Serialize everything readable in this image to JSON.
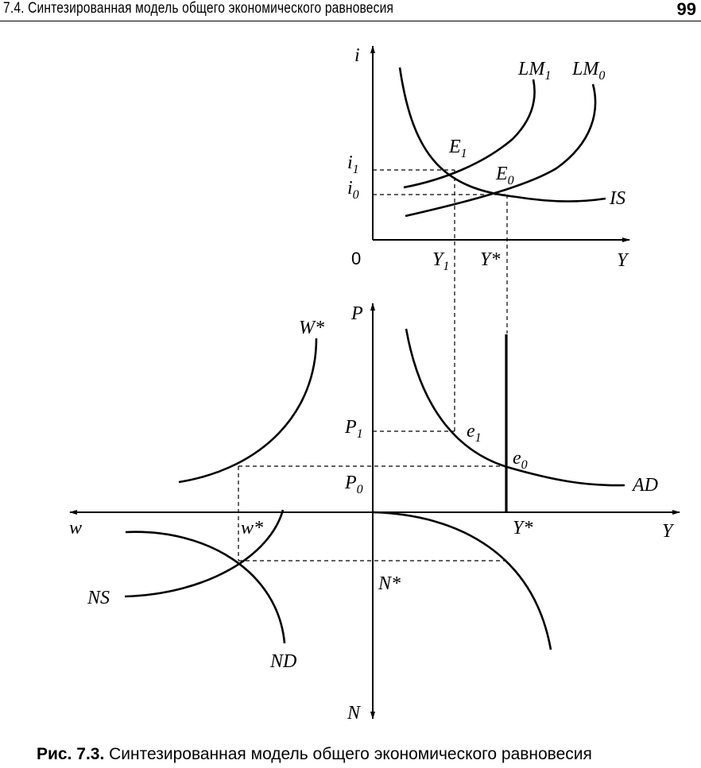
{
  "header": {
    "title": "7.4. Синтезированная модель общего экономического равновесия",
    "page_number": "99"
  },
  "upper_panel": {
    "y_axis": "i",
    "x_axis": "Y",
    "origin": "0",
    "curves": {
      "lm1": "LM",
      "lm1_sub": "1",
      "lm0": "LM",
      "lm0_sub": "0",
      "is": "IS"
    },
    "points": {
      "e1": "E",
      "e1_sub": "1",
      "e0": "E",
      "e0_sub": "0"
    },
    "y_ticks": {
      "i1": "i",
      "i1_sub": "1",
      "i0": "i",
      "i0_sub": "0"
    },
    "x_ticks": {
      "y1": "Y",
      "y1_sub": "1",
      "ystar": "Y*"
    }
  },
  "lower_panel": {
    "p_axis": "P",
    "n_axis": "N",
    "w_axis": "w",
    "y_axis": "Y",
    "curves": {
      "wstar": "W*",
      "ad": "AD",
      "ns": "NS",
      "nd": "ND"
    },
    "points": {
      "e1": "e",
      "e1_sub": "1",
      "e0": "e",
      "e0_sub": "0"
    },
    "ticks": {
      "p1": "P",
      "p1_sub": "1",
      "p0": "P",
      "p0_sub": "0",
      "wstar": "w*",
      "ystar": "Y*",
      "nstar": "N*"
    }
  },
  "caption": {
    "label": "Рис. 7.3.",
    "text": "Синтезированная модель общего экономического равновесия"
  }
}
